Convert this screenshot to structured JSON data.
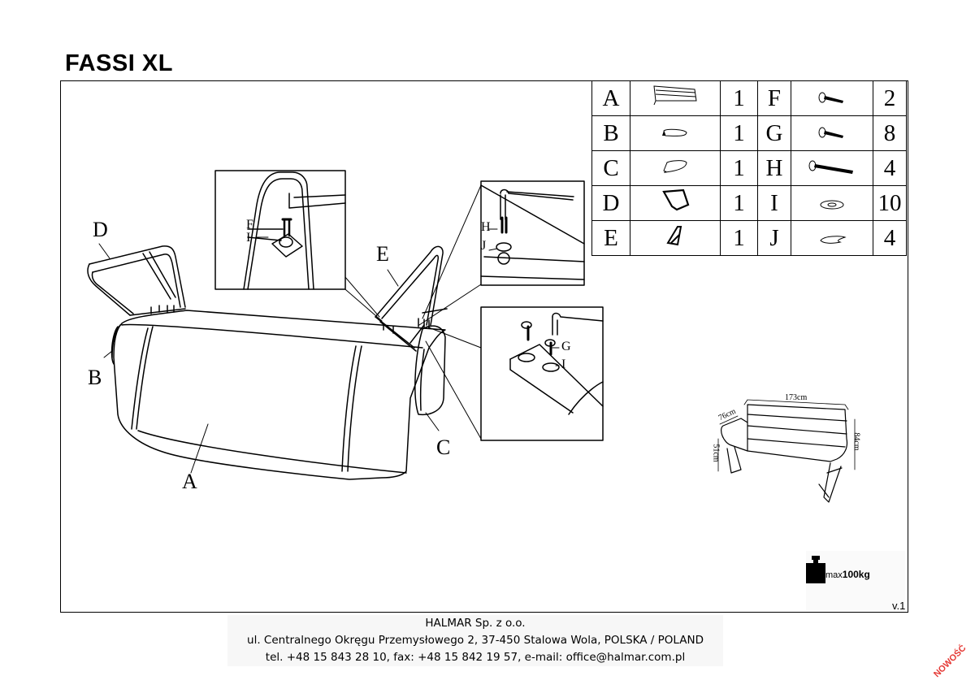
{
  "title": "FASSI XL",
  "parts": [
    {
      "letter": "A",
      "qty": "1",
      "icon": "seat-cushion-icon"
    },
    {
      "letter": "B",
      "qty": "1",
      "icon": "left-armrest-icon"
    },
    {
      "letter": "C",
      "qty": "1",
      "icon": "right-armrest-icon"
    },
    {
      "letter": "D",
      "qty": "1",
      "icon": "left-frame-icon"
    },
    {
      "letter": "E",
      "qty": "1",
      "icon": "right-frame-icon"
    }
  ],
  "hardware": [
    {
      "letter": "F",
      "qty": "2",
      "icon": "short-bolt-icon"
    },
    {
      "letter": "G",
      "qty": "8",
      "icon": "short-bolt-icon"
    },
    {
      "letter": "H",
      "qty": "4",
      "icon": "long-bolt-icon"
    },
    {
      "letter": "I",
      "qty": "10",
      "icon": "washer-icon"
    },
    {
      "letter": "J",
      "qty": "4",
      "icon": "spring-washer-icon"
    }
  ],
  "labels": {
    "a": "A",
    "b": "B",
    "c": "C",
    "d": "D",
    "e": "E",
    "detail1_f": "F",
    "detail1_i": "I",
    "detail2_h": "H",
    "detail2_j": "J",
    "detail3_g": "G",
    "detail3_i": "I"
  },
  "dimensions": {
    "width": "173cm",
    "depth": "76cm",
    "height": "84cm",
    "seat_height": "51cm"
  },
  "max_load": {
    "prefix": "max",
    "value": "100kg"
  },
  "version": "v.1",
  "footer": {
    "company": "HALMAR Sp. z o.o.",
    "address": "ul. Centralnego Okręgu Przemysłowego 2, 37-450 Stalowa Wola, POLSKA / POLAND",
    "contact": "tel. +48 15 843 28 10, fax: +48 15 842 19 57, e-mail: office@halmar.com.pl"
  },
  "badge": "NOWOŚĆ"
}
